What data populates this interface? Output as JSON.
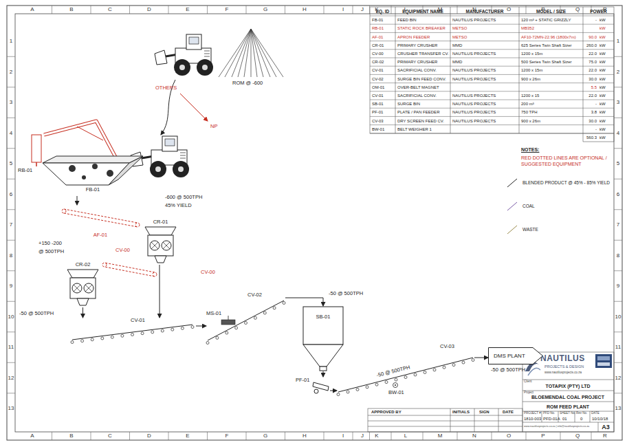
{
  "diagram": {
    "nodes": [
      {
        "text": [
          "FB-01"
        ]
      },
      {
        "text": [
          "AF-01"
        ]
      },
      {
        "text": [
          "CR-01"
        ]
      },
      {
        "text": [
          "CR-02"
        ]
      },
      {
        "text": [
          "CV-01"
        ]
      },
      {
        "text": [
          "CV-02"
        ]
      },
      {
        "text": [
          "SB-01"
        ]
      },
      {
        "text": [
          "PF-01"
        ]
      },
      {
        "text": [
          "CV-03"
        ]
      },
      {
        "text": [
          "DMS PLANT"
        ]
      }
    ],
    "edges": [
      {
        "from": 0,
        "to": 1,
        "arrow": "to"
      },
      {
        "from": 2,
        "to": 4,
        "arrow": "to"
      },
      {
        "from": 3,
        "to": 4,
        "arrow": "to"
      },
      {
        "from": 4,
        "to": 5,
        "arrow": "to"
      },
      {
        "from": 5,
        "to": 6,
        "arrow": "to"
      },
      {
        "from": 6,
        "to": 7,
        "arrow": "to"
      },
      {
        "from": 7,
        "to": 8,
        "arrow": "to"
      },
      {
        "from": 8,
        "to": 9,
        "arrow": "to"
      }
    ],
    "labels": [
      "A",
      "B",
      "C",
      "D",
      "E",
      "F",
      "G",
      "H",
      "I",
      "J",
      "K",
      "L",
      "M",
      "N",
      "O",
      "P",
      "Q",
      "R",
      "A",
      "B",
      "C",
      "D",
      "E",
      "F",
      "G",
      "H",
      "I",
      "J",
      "K",
      "L",
      "M",
      "N",
      "O",
      "P",
      "Q",
      "R",
      "1",
      "2",
      "3",
      "4",
      "5",
      "6",
      "7",
      "8",
      "9",
      "10",
      "11",
      "12",
      "13",
      "1",
      "2",
      "3",
      "4",
      "5",
      "6",
      "7",
      "8",
      "9",
      "10",
      "11",
      "12",
      "13",
      "EQ. ID",
      "EQUIPMENT NAME",
      "MANUFACTURER",
      "MODEL / SIZE",
      "POWER",
      "FB-01",
      "FEED BIN",
      "NAUTILUS PROJECTS",
      "120 m³ + STATIC GRIZZLY",
      "-",
      "kW",
      "RB-01",
      "STATIC ROCK BREAKER",
      "METSO",
      "MB352",
      "kW",
      "AF-01",
      "APRON FEEDER",
      "METSO",
      "AF10-72MN-22.96 (1800x7m)",
      "90.0",
      "kW",
      "CR-01",
      "PRIMARY CRUSHER",
      "MMD",
      "625 Series Twin Shaft Sizer",
      "260.0",
      "kW",
      "CV-00",
      "CRUSHER TRANSFER CV.",
      "NAUTILUS PROJECTS",
      "1200 x 15m",
      "22.0",
      "kW",
      "CR-02",
      "PRIMARY CRUSHER",
      "MMD",
      "500 Series Twin Shaft Sizer",
      "75.0",
      "kW",
      "CV-01",
      "SACRIFICIAL CONV.",
      "NAUTILUS PROJECTS",
      "1200 x 15m",
      "22.0",
      "kW",
      "CV-02",
      "SURGE BIN FEED CONV.",
      "NAUTILUS PROJECTS",
      "900 x 26m",
      "30.0",
      "kW",
      "OM-01",
      "OVER-BELT MAGNET",
      "5.5",
      "kW",
      "CV-01",
      "SACRIFICIAL CONV.",
      "NAUTILUS PROJECTS",
      "1200 x 15",
      "22.0",
      "kW",
      "SB-01",
      "SURGE BIN",
      "NAUTILUS PROJECTS",
      "200 m³",
      "-",
      "kW",
      "PF-01",
      "PLATE / PAN FEEDER",
      "NAUTILUS PROJECTS",
      "750 TPH",
      "3.8",
      "kW",
      "CV-03",
      "DRY SCREEN FEED CV.",
      "NAUTILUS PROJECTS",
      "900 x 26m",
      "30.0",
      "kW",
      "BW-01",
      "BELT WEIGHER 1",
      "-",
      "kW",
      "560.3",
      "kW",
      "NOTES:",
      "RED DOTTED LINES ARE OPTIONAL / SUGGESTED EQUIPMENT",
      "ROM @ -600",
      "OTHERS",
      "NP",
      "RB-01",
      "-600 @ 500TPH",
      "45% YIELD",
      "+150 -200",
      "@ 500TPH",
      "CV-00",
      "CV-00",
      "-50 @ 500TPH",
      "MS-01",
      "-50 @ 500TPH",
      "-50 @ 500TPH",
      "BW-01",
      "-50 @ 500TPH",
      "APPROVED BY",
      "INITIALS",
      "SIGN",
      "DATE",
      "NAUTILUS",
      "PROJECTS & DESIGN",
      "www.nautilusprojects.co.za",
      "Client",
      "TOTAPIX (PTY) LTD",
      "Project",
      "BLOEMENDAL COAL PROJECT",
      "ROM FEED PLANT",
      "PROJECT #",
      "PFD No.",
      "SHEET No.",
      "Rev No.",
      "DATE",
      "1810-003",
      "PFD-01A",
      "01",
      "0",
      "10/10/18",
      "www.nautilusprojects.co.za | info@nautilusprojects.co.za",
      "A3"
    ],
    "legend": [
      {
        "text": "BLENDED PRODUCT @ 45% - 85% YIELD"
      },
      {
        "text": "COAL"
      },
      {
        "text": "WASTE"
      }
    ]
  }
}
